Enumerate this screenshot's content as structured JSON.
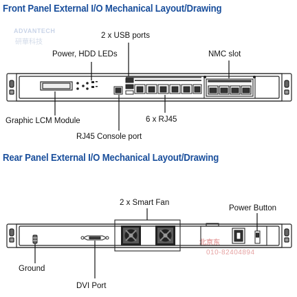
{
  "front": {
    "title": "Front Panel External I/O Mechanical Layout/Drawing",
    "labels": {
      "usb": "2 x USB ports",
      "leds": "Power, HDD LEDs",
      "nmc": "NMC slot",
      "lcm": "Graphic LCM Module",
      "rj45": "6 x RJ45",
      "console": "RJ45 Console port"
    }
  },
  "rear": {
    "title": "Rear Panel External I/O Mechanical Layout/Drawing",
    "labels": {
      "fan": "2 x Smart Fan",
      "power": "Power Button",
      "ground": "Ground",
      "dvi": "DVI Port"
    }
  },
  "watermarks": {
    "brand": "ADVANTECH",
    "brand_cn": "研華科技",
    "dealer": "北京东",
    "phone": "010-82404894"
  },
  "colors": {
    "title": "#1a4f9c",
    "chassis_stroke": "#222222",
    "watermark": "#e6a2a2"
  }
}
